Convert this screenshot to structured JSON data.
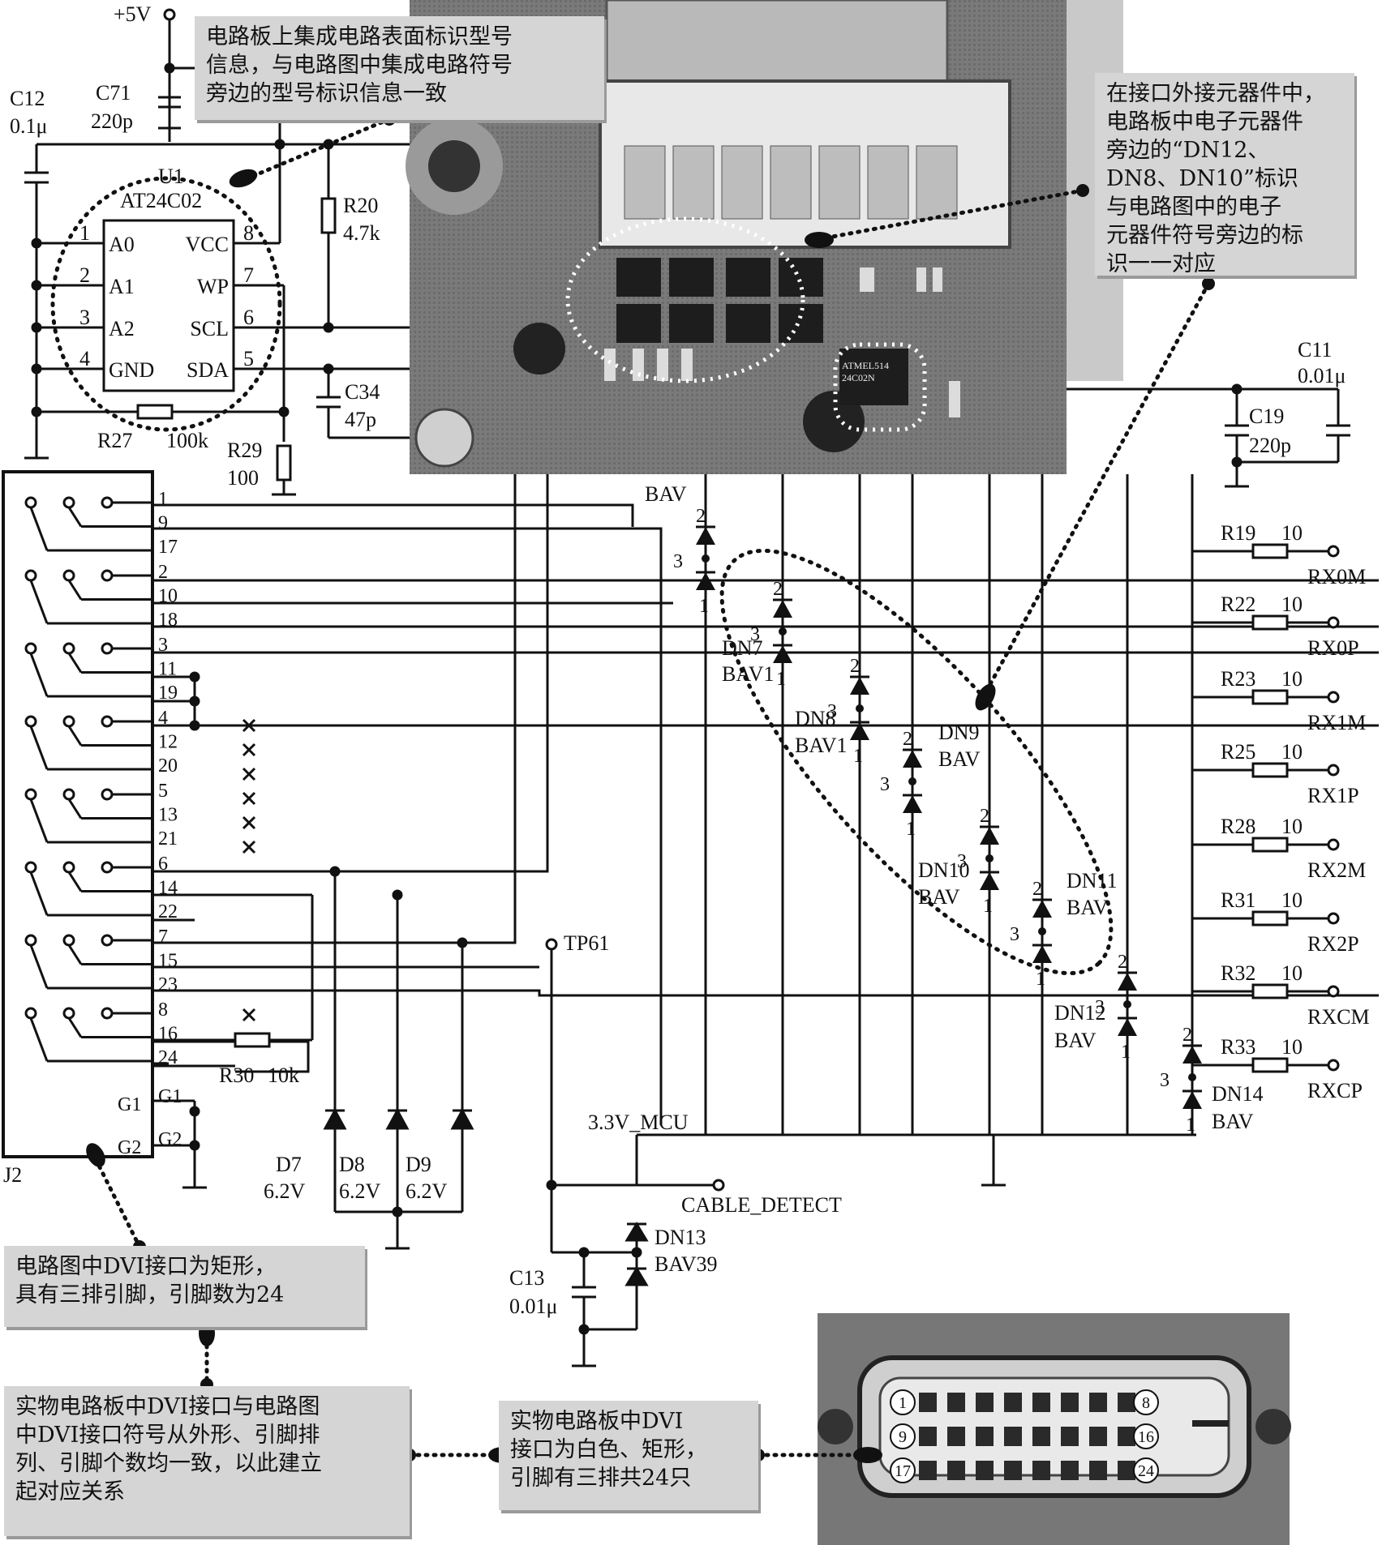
{
  "title": "",
  "callouts": {
    "ic_marking": "电路板上集成电路表面标识型号\n信息，与电路图中集成电路符号\n旁边的型号标识信息一致",
    "dn_marking": "在接口外接元器件中，\n电路板中电子元器件\n旁边的“DN12、\nDN8、DN10”标识\n与电路图中的电子\n元器件符号旁边的标\n识一一对应",
    "dvi_rect": "电路图中DVI接口为矩形，\n具有三排引脚，引脚数为24",
    "dvi_match": "实物电路板中DVI接口与电路图\n中DVI接口符号从外形、引脚排\n列、引脚个数均一致，以此建立\n起对应关系",
    "dvi_white": "实物电路板中DVI\n接口为白色、矩形，\n引脚有三排共24只"
  },
  "ic": {
    "ref": "U1",
    "part": "AT24C02",
    "pins": [
      {
        "num": "1",
        "name": "A0"
      },
      {
        "num": "2",
        "name": "A1"
      },
      {
        "num": "3",
        "name": "A2"
      },
      {
        "num": "4",
        "name": "GND"
      },
      {
        "num": "8",
        "name": "VCC"
      },
      {
        "num": "7",
        "name": "WP"
      },
      {
        "num": "6",
        "name": "SCL"
      },
      {
        "num": "5",
        "name": "SDA"
      }
    ]
  },
  "power": {
    "vcc5": "+5V",
    "vcc33": "3.3V_MCU"
  },
  "caps": {
    "c12": {
      "ref": "C12",
      "val": "0.1μ"
    },
    "c71": {
      "ref": "C71",
      "val": "220p"
    },
    "c34": {
      "ref": "C34",
      "val": "47p"
    },
    "c11": {
      "ref": "C11",
      "val": "0.01μ"
    },
    "c19": {
      "ref": "C19",
      "val": "220p"
    },
    "c13": {
      "ref": "C13",
      "val": "0.01μ"
    }
  },
  "resistors": {
    "r20": {
      "ref": "R20",
      "val": "4.7k"
    },
    "r27": {
      "ref": "R27",
      "val": "100k"
    },
    "r29": {
      "ref": "R29",
      "val": "100"
    },
    "r30": {
      "ref": "R30",
      "val": "10k"
    }
  },
  "rx_rows": [
    {
      "ref": "R19",
      "val": "10",
      "net": "RX0M"
    },
    {
      "ref": "R22",
      "val": "10",
      "net": "RX0P"
    },
    {
      "ref": "R23",
      "val": "10",
      "net": "RX1M"
    },
    {
      "ref": "R25",
      "val": "10",
      "net": "RX1P"
    },
    {
      "ref": "R28",
      "val": "10",
      "net": "RX2M"
    },
    {
      "ref": "R31",
      "val": "10",
      "net": "RX2P"
    },
    {
      "ref": "R32",
      "val": "10",
      "net": "RXCM"
    },
    {
      "ref": "R33",
      "val": "10",
      "net": "RXCP"
    }
  ],
  "connector": {
    "ref": "J2",
    "pins": [
      "1",
      "9",
      "17",
      "2",
      "10",
      "18",
      "3",
      "11",
      "19",
      "4",
      "12",
      "20",
      "5",
      "13",
      "21",
      "6",
      "14",
      "22",
      "7",
      "15",
      "23",
      "8",
      "16",
      "24"
    ],
    "ground": [
      "G1",
      "G1",
      "G2",
      "G2"
    ]
  },
  "diode_labels": {
    "bav": "BAV",
    "bav1": "BAV1",
    "bav39": "BAV39",
    "dn7": "DN7",
    "dn8": "DN8",
    "dn9": "DN9",
    "dn10": "DN10",
    "dn11": "DN11",
    "dn12": "DN12",
    "dn13": "DN13",
    "dn14": "DN14",
    "pin1": "1",
    "pin2": "2",
    "pin3": "3"
  },
  "zeners": [
    {
      "ref": "D7",
      "val": "6.2V"
    },
    {
      "ref": "D8",
      "val": "6.2V"
    },
    {
      "ref": "D9",
      "val": "6.2V"
    }
  ],
  "testpoint": "TP61",
  "cable_detect": "CABLE_DETECT",
  "photo_connector_pins": [
    "1",
    "8",
    "9",
    "16",
    "17",
    "24"
  ]
}
